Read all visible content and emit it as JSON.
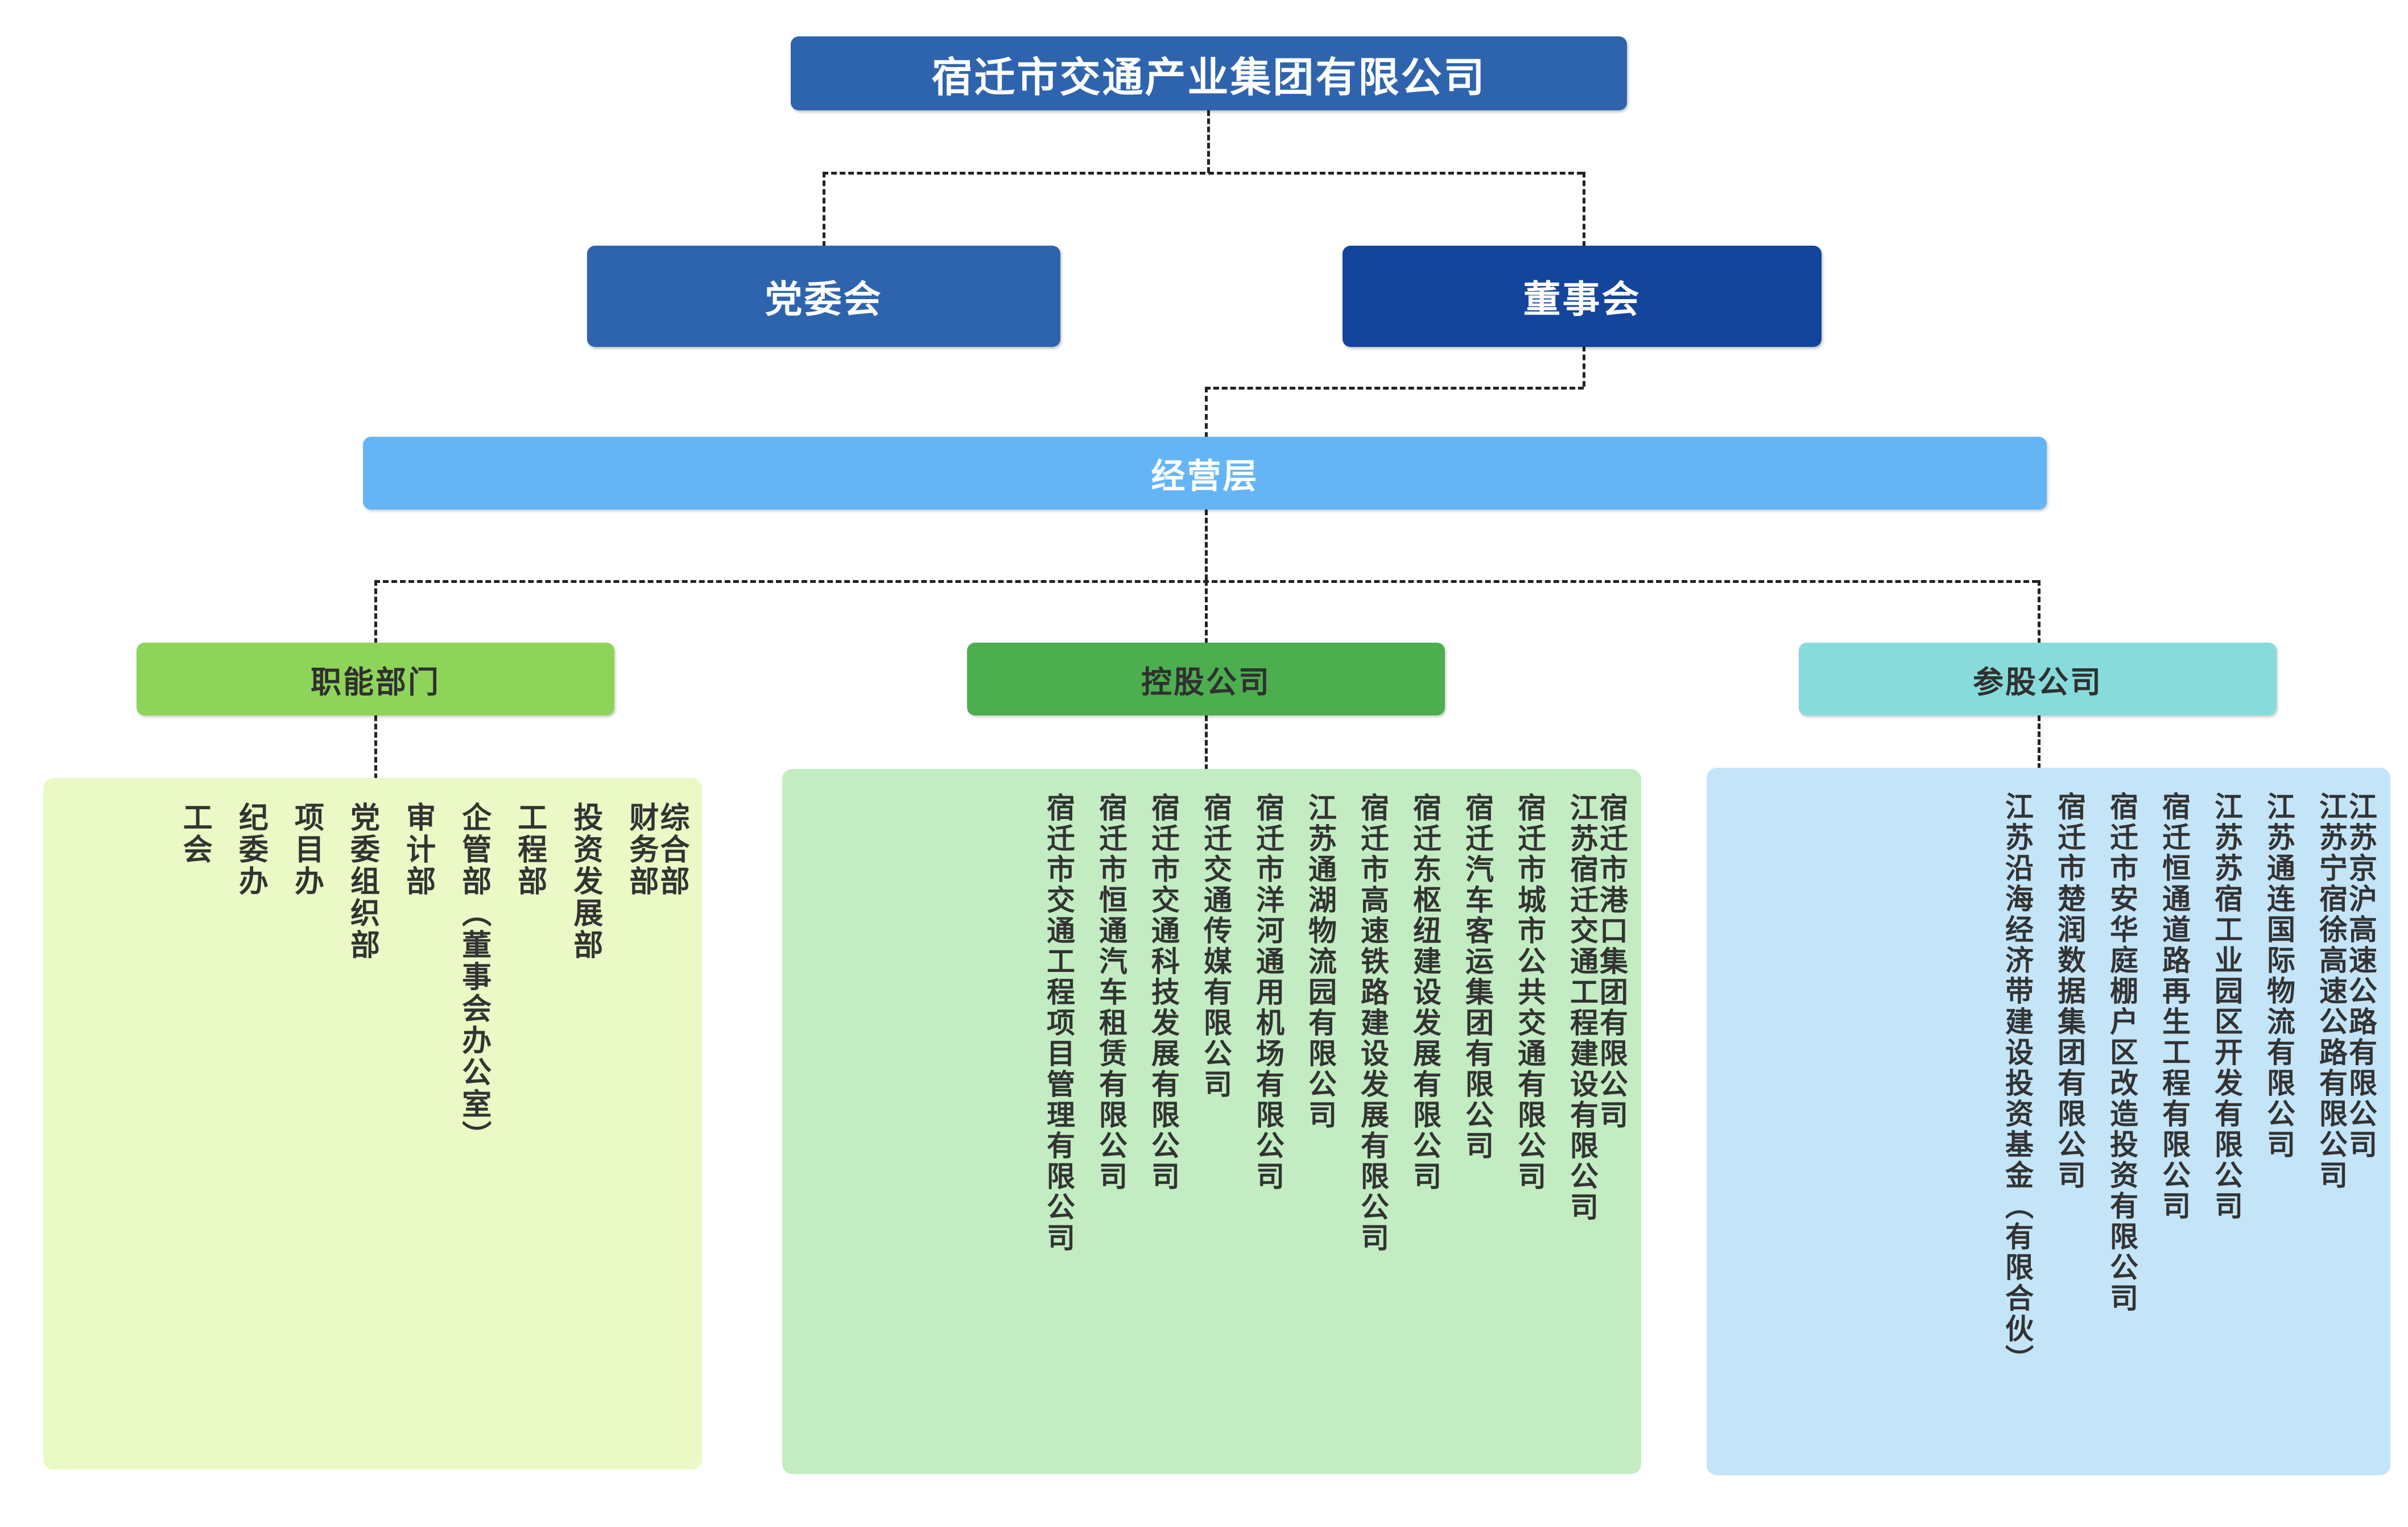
{
  "org_chart": {
    "root": {
      "label": "宿迁市交通产业集团有限公司",
      "color": "#2E64AE"
    },
    "level2": [
      {
        "label": "党委会",
        "color": "#2E64AE"
      },
      {
        "label": "董事会",
        "color": "#12459B"
      }
    ],
    "level3": {
      "label": "经营层",
      "color": "#64B5F6"
    },
    "categories": [
      {
        "id": "functional-departments",
        "header": "职能部门",
        "header_color": "#8FD45A",
        "panel_color": "#EAF9C5",
        "items": [
          "综合部",
          "财务部",
          "投资发展部",
          "工程部",
          "企管部（董事会办公室）",
          "审计部",
          "党委组织部",
          "项目办",
          "纪委办",
          "工会"
        ]
      },
      {
        "id": "holding-companies",
        "header": "控股公司",
        "header_color": "#4CAE4F",
        "panel_color": "#C3ECC3",
        "items": [
          "宿迁市港口集团有限公司",
          "江苏宿迁交通工程建设有限公司",
          "宿迁市城市公共交通有限公司",
          "宿迁汽车客运集团有限公司",
          "宿迁东枢纽建设发展有限公司",
          "宿迁市高速铁路建设发展有限公司",
          "江苏通湖物流园有限公司",
          "宿迁市洋河通用机场有限公司",
          "宿迁交通传媒有限公司",
          "宿迁市交通科技发展有限公司",
          "宿迁市恒通汽车租赁有限公司",
          "宿迁市交通工程项目管理有限公司"
        ]
      },
      {
        "id": "participating-companies",
        "header": "参股公司",
        "header_color": "#88DBDB",
        "panel_color": "#C4E4F8",
        "items": [
          "江苏京沪高速公路有限公司",
          "江苏宁宿徐高速公路有限公司",
          "江苏通连国际物流有限公司",
          "江苏苏宿工业园区开发有限公司",
          "宿迁恒通道路再生工程有限公司",
          "宿迁市安华庭棚户区改造投资有限公司",
          "宿迁市楚润数据集团有限公司",
          "江苏沿海经济带建设投资基金（有限合伙）"
        ]
      }
    ]
  }
}
